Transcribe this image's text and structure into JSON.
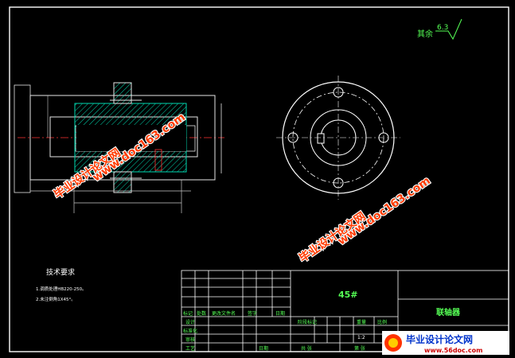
{
  "surface_finish": {
    "label": "其余",
    "value": "6.3"
  },
  "tech_requirements": {
    "title": "技术要求",
    "line1": "1.调质处理HB220-250。",
    "line2": "2.未注倒角1X45°。"
  },
  "title_block": {
    "material": "45#",
    "part_name": "联轴器",
    "scale_value": "1:2",
    "col_labels": [
      "标记",
      "处数",
      "更改文件名",
      "签字",
      "日期"
    ],
    "row_labels": [
      "设计",
      "标准化",
      "审核",
      "工艺"
    ],
    "date_label": "日期",
    "stage_label": "阶段标记",
    "weight_label": "重量",
    "ratio_label": "比例",
    "sheet_total": "共 张",
    "sheet_no": "第 张"
  },
  "watermarks": {
    "brand_text": "毕业设计论文网",
    "brand_url": "www.doc163.com",
    "logo_text": "毕业设计论文网",
    "logo_url": "www.56doc.com"
  },
  "colors": {
    "background": "#000000",
    "frame": "#ffffff",
    "section_hatch": "#00ffcc",
    "dimension": "#c8c8c8",
    "annotation_green": "#55ff55",
    "watermark": "#ff3b00",
    "logo_blue": "#0033cc"
  }
}
